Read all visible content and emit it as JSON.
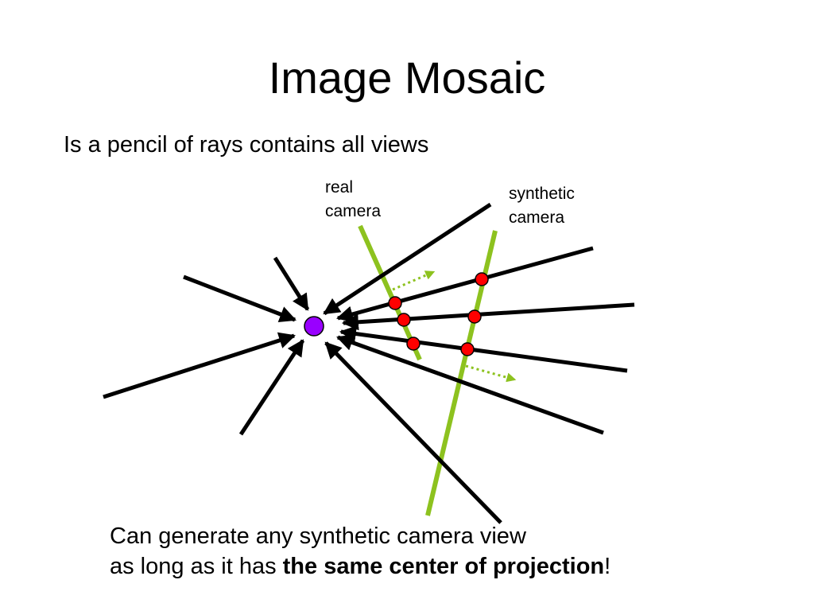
{
  "slide": {
    "title": "Image Mosaic",
    "subtitle": "Is a pencil of rays contains all views"
  },
  "labels": {
    "real_line1": "real",
    "real_line2": "camera",
    "synthetic_line1": "synthetic",
    "synthetic_line2": "camera"
  },
  "caption": {
    "line1": "Can generate any synthetic camera view",
    "line2_prefix": "as long as it has ",
    "line2_bold": "the same center of projection",
    "line2_suffix": "!"
  },
  "colors": {
    "ray": "#000000",
    "camera_plane": "#8dc21f",
    "intersection_point": "#ff0000",
    "center_of_projection": "#9900ff"
  }
}
